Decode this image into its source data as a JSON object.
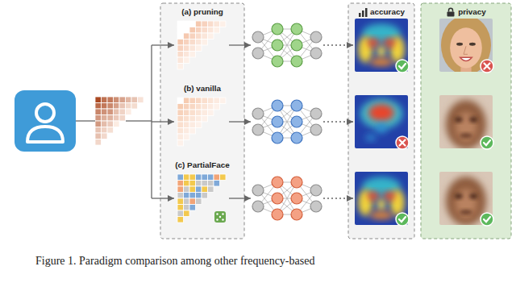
{
  "diagram": {
    "caption": "Figure 1. Paradigm comparison among other frequency-based",
    "nodes": [
      {
        "text": [
          "(a) pruning"
        ]
      },
      {
        "text": [
          "(b) vanilla"
        ]
      },
      {
        "text": [
          "(c) PartialFace"
        ]
      },
      {
        "text": [
          "accuracy"
        ]
      },
      {
        "text": [
          "privacy"
        ]
      }
    ]
  }
}
